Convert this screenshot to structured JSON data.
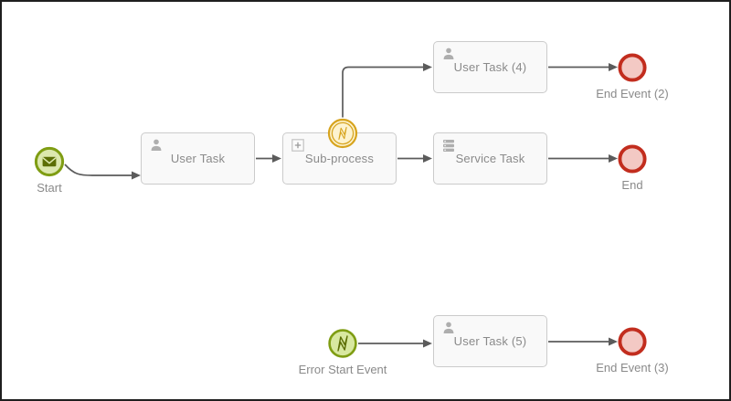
{
  "canvas": {
    "background": "#ffffff",
    "border_color": "#1f1f1f"
  },
  "colors": {
    "arrow": "#5b5b5b",
    "label": "#8a8a8a",
    "task_fill": "#f9f9f9",
    "task_border": "#cbcbcb",
    "green_stroke": "#7f9d13",
    "green_fill": "#dce8ae",
    "olive": "#5c6e05",
    "gold_stroke": "#d7a41e",
    "gold_fill": "#fdf3cf",
    "red_stroke": "#c22d1e",
    "red_fill": "#f3c9c4"
  },
  "nodes": {
    "start": {
      "label": "Start",
      "type": "message-start-event"
    },
    "user_task": {
      "label": "User Task",
      "type": "user-task"
    },
    "sub_process": {
      "label": "Sub-process",
      "type": "sub-process"
    },
    "boundary_error": {
      "label": "",
      "type": "error-boundary-event"
    },
    "user_task_4": {
      "label": "User Task (4)",
      "type": "user-task"
    },
    "service_task": {
      "label": "Service Task",
      "type": "service-task"
    },
    "end_event_2": {
      "label": "End Event (2)",
      "type": "end-event"
    },
    "end": {
      "label": "End",
      "type": "end-event"
    },
    "error_start": {
      "label": "Error Start Event",
      "type": "error-start-event"
    },
    "user_task_5": {
      "label": "User Task (5)",
      "type": "user-task"
    },
    "end_event_3": {
      "label": "End Event (3)",
      "type": "end-event"
    }
  },
  "flows": [
    {
      "from": "Start",
      "to": "User Task"
    },
    {
      "from": "User Task",
      "to": "Sub-process"
    },
    {
      "from": "Sub-process",
      "to": "Service Task"
    },
    {
      "from": "Service Task",
      "to": "End"
    },
    {
      "from": "Boundary error event",
      "to": "User Task (4)"
    },
    {
      "from": "User Task (4)",
      "to": "End Event (2)"
    },
    {
      "from": "Error Start Event",
      "to": "User Task (5)"
    },
    {
      "from": "User Task (5)",
      "to": "End Event (3)"
    }
  ]
}
